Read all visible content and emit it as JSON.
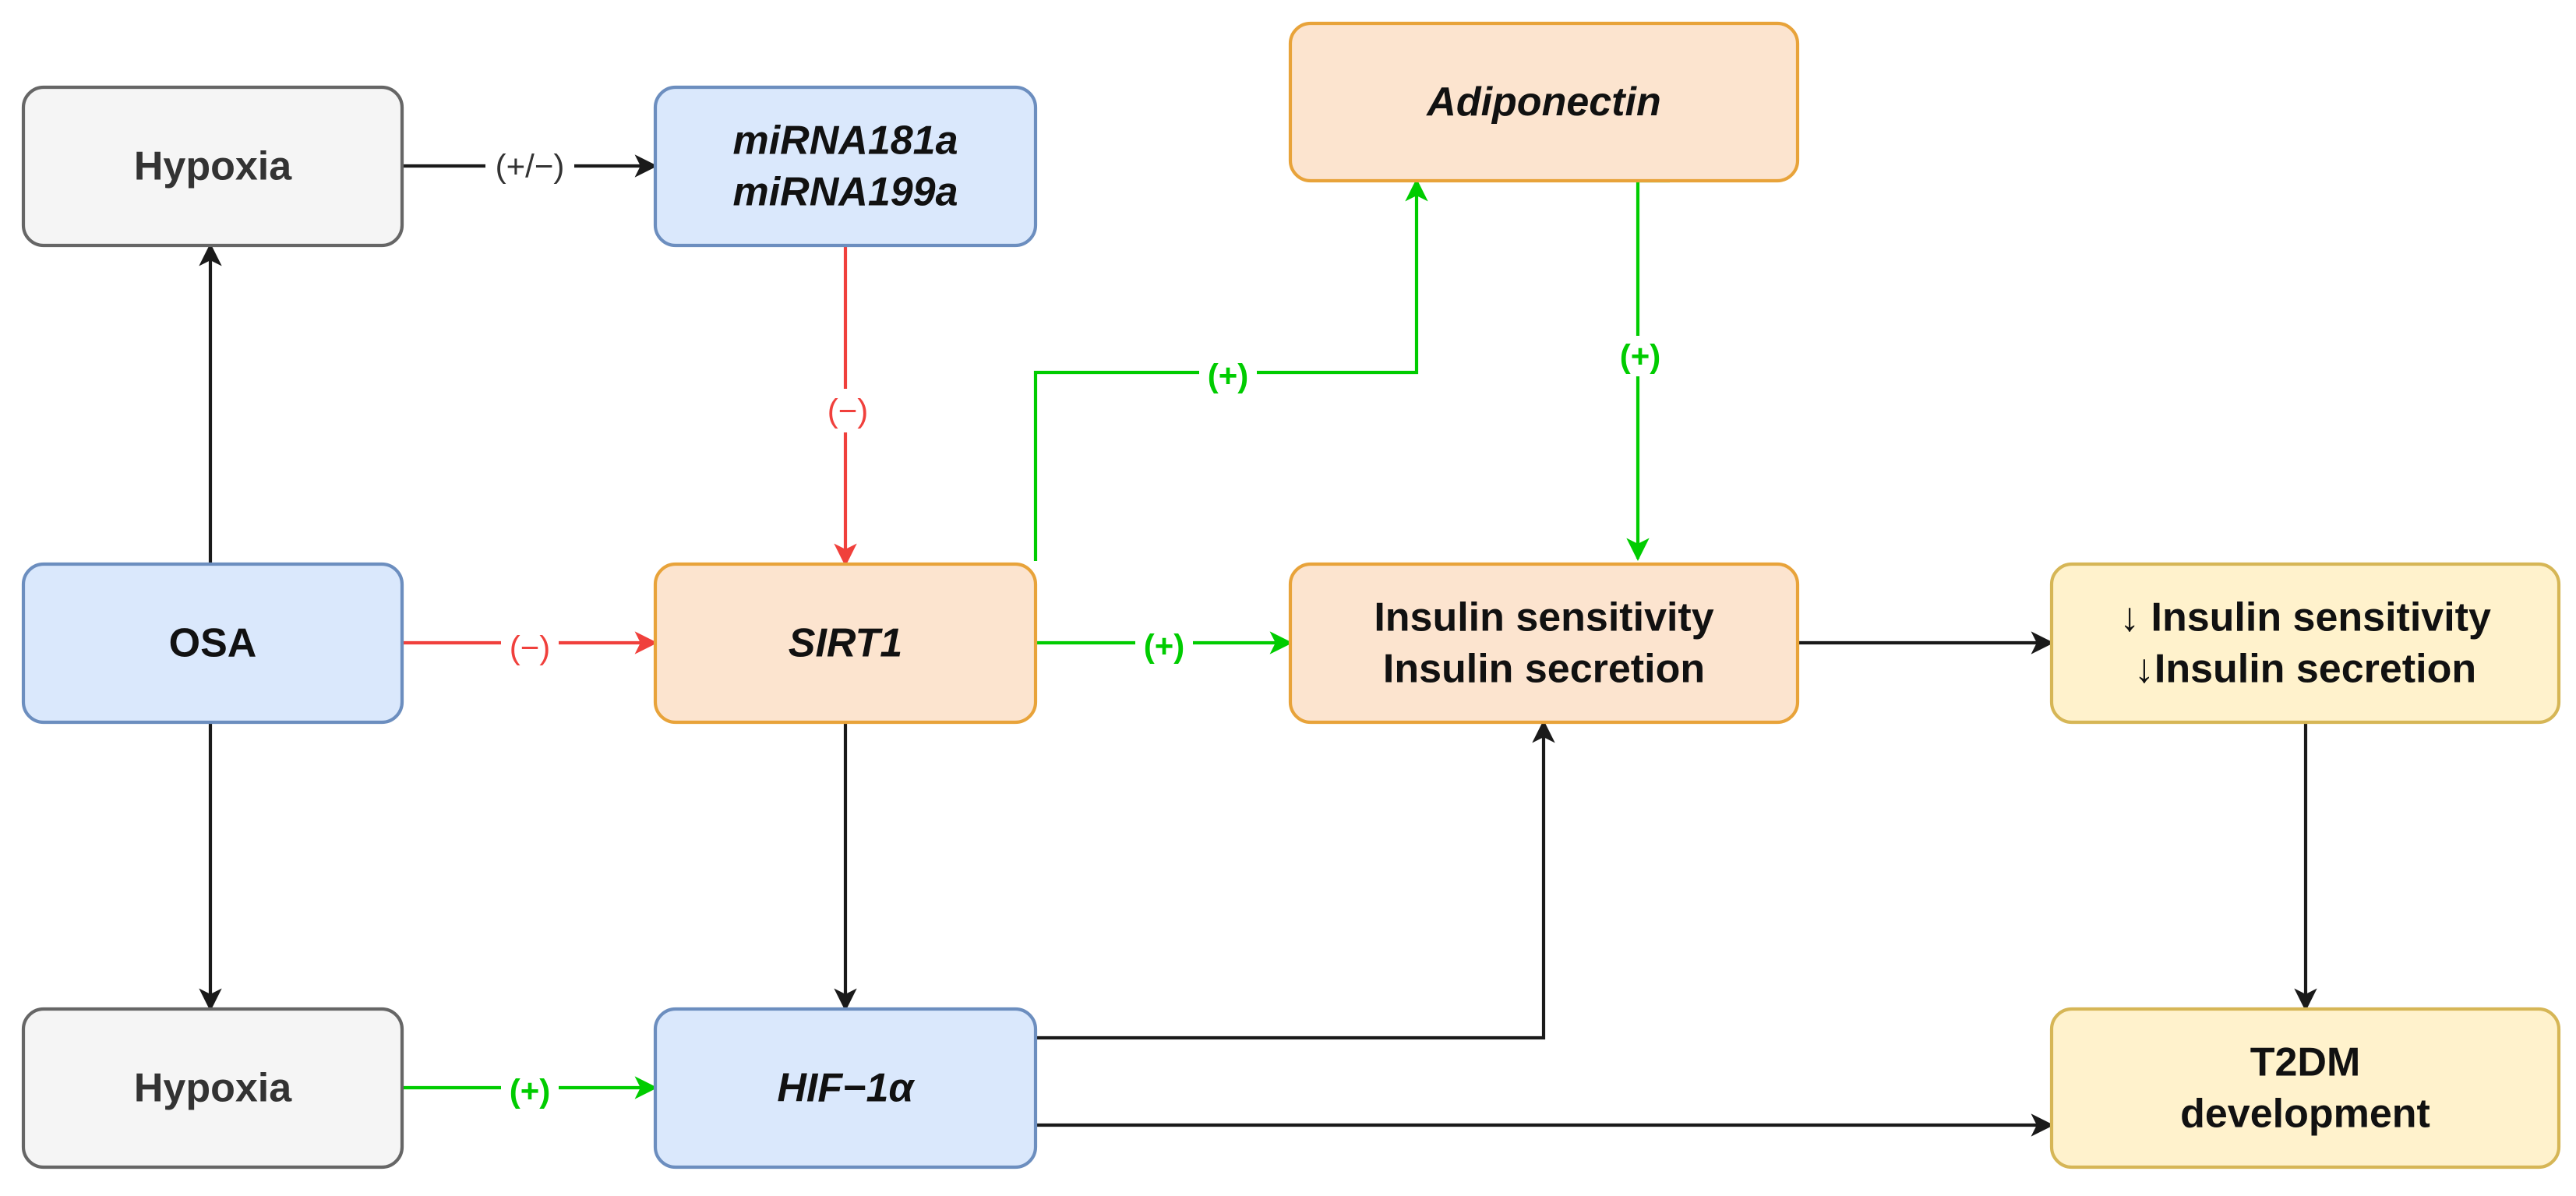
{
  "colors": {
    "black": "#1a1a1a",
    "red": "#f0403c",
    "green": "#00cc00",
    "blue_fill": "#dae8fc",
    "blue_stroke": "#6c8ebf",
    "gray_fill": "#f5f5f5",
    "gray_stroke": "#666666",
    "orange_fill": "#fce4cf",
    "orange_stroke": "#e8a33a",
    "yellow_fill": "#fff2cc",
    "yellow_stroke": "#d6b656"
  },
  "nodes": {
    "hypoxia_top": {
      "lines": [
        "Hypoxia"
      ]
    },
    "mirna": {
      "lines": [
        "miRNA181a",
        "miRNA199a"
      ]
    },
    "adiponectin": {
      "lines": [
        "Adiponectin"
      ]
    },
    "osa": {
      "lines": [
        "OSA"
      ]
    },
    "sirt1": {
      "lines": [
        "SIRT1"
      ]
    },
    "insulin": {
      "lines": [
        "Insulin sensitivity",
        "Insulin secretion"
      ]
    },
    "decreased_insulin": {
      "lines": [
        "↓ Insulin sensitivity",
        "↓Insulin secretion"
      ]
    },
    "hypoxia_bottom": {
      "lines": [
        "Hypoxia"
      ]
    },
    "hif1a": {
      "lines": [
        "HIF−1α"
      ]
    },
    "t2dm": {
      "lines": [
        "T2DM",
        "development"
      ]
    }
  },
  "edges": {
    "hypoxia_to_mirna": {
      "label": "(+/−)"
    },
    "mirna_to_sirt1": {
      "label": "(−)"
    },
    "osa_to_sirt1": {
      "label": "(−)"
    },
    "sirt1_to_adiponectin": {
      "label": "(+)"
    },
    "adiponectin_to_insulin": {
      "label": "(+)"
    },
    "sirt1_to_insulin": {
      "label": "(+)"
    },
    "hypoxia_to_hif1a": {
      "label": "(+)"
    },
    "osa_to_hypoxia_top": {
      "label": ""
    },
    "osa_to_hypoxia_bottom": {
      "label": ""
    },
    "sirt1_to_hif1a": {
      "label": ""
    },
    "hif1a_to_insulin": {
      "label": ""
    },
    "hif1a_to_t2dm": {
      "label": ""
    },
    "insulin_to_decreased": {
      "label": ""
    },
    "decreased_to_t2dm": {
      "label": ""
    }
  }
}
